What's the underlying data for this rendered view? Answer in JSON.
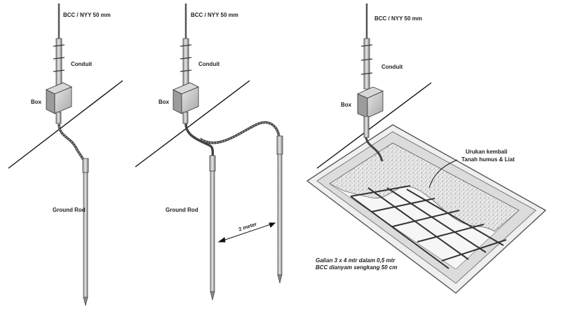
{
  "panel_left": {
    "cable_label": "BCC / NYY 50 mm",
    "conduit_label": "Conduit",
    "box_label": "Box",
    "rod_label": "Ground Rod"
  },
  "panel_middle": {
    "cable_label": "BCC / NYY 50 mm",
    "conduit_label": "Conduit",
    "box_label": "Box",
    "rod_label": "Ground Rod",
    "spacing_label": "2 meter"
  },
  "panel_right": {
    "cable_label": "BCC / NYY 50 mm",
    "conduit_label": "Conduit",
    "box_label": "Box",
    "backfill_line1": "Urukan kembali",
    "backfill_line2": "Tanah humus & Liat",
    "note_line1": "Galian 3 x 4 mtr dalam 0,5 mtr",
    "note_line2": "BCC dianyam sengkang 50 cm"
  }
}
